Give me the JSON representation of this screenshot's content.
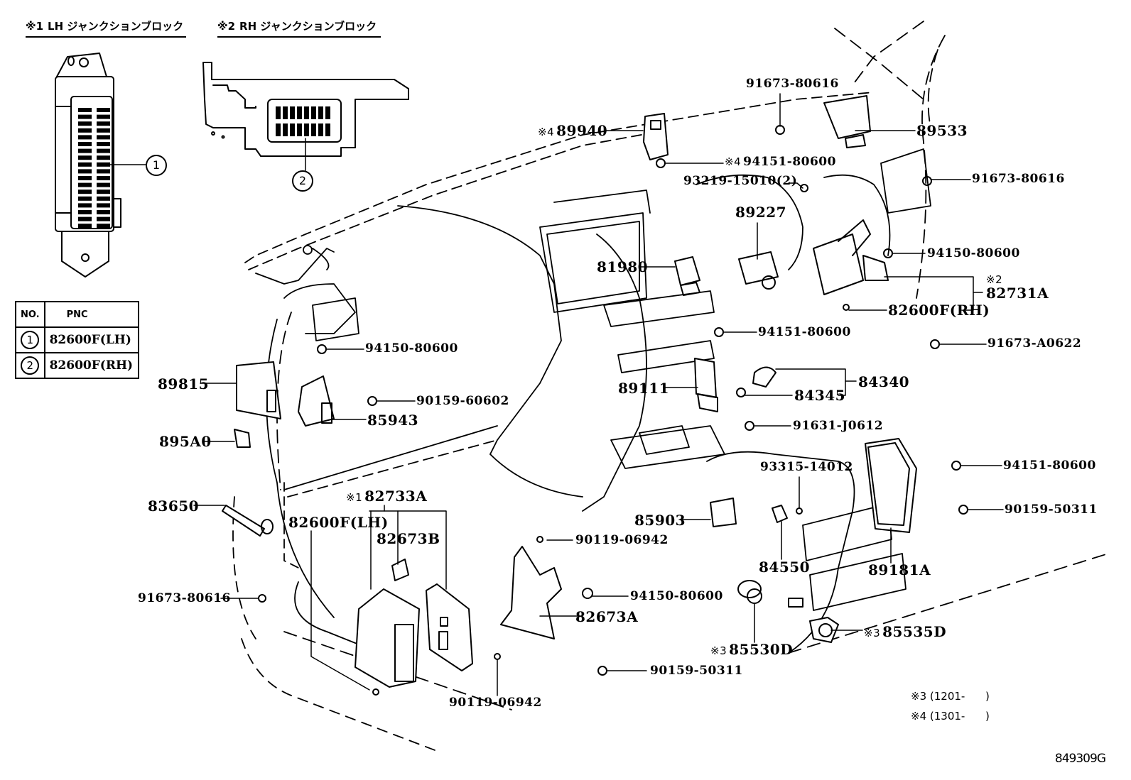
{
  "headers": {
    "lh": {
      "prefix": "※1",
      "title": "LH ジャンクションブロック"
    },
    "rh": {
      "prefix": "※2",
      "title": "RH ジャンクションブロック"
    }
  },
  "junction_markers": {
    "one": "1",
    "two": "2"
  },
  "pnc_table": {
    "headers": [
      "NO.",
      "PNC"
    ],
    "rows": [
      {
        "no": "1",
        "pnc": "82600F(LH)"
      },
      {
        "no": "2",
        "pnc": "82600F(RH)"
      }
    ]
  },
  "callouts": {
    "c91673_top": {
      "text": "91673-80616"
    },
    "c89940": {
      "mark": "※4",
      "text": "89940"
    },
    "c89533": {
      "text": "89533"
    },
    "c94151_top": {
      "mark": "※4",
      "text": "94151-80600"
    },
    "c93219": {
      "text": "93219-15010(2)"
    },
    "c91673_right": {
      "text": "91673-80616"
    },
    "c89227": {
      "text": "89227"
    },
    "c81980": {
      "text": "81980"
    },
    "c94150_right": {
      "text": "94150-80600"
    },
    "c82731A": {
      "mark": "※2",
      "text": "82731A"
    },
    "c82600RH": {
      "text": "82600F(RH)"
    },
    "c94151_mid": {
      "text": "94151-80600"
    },
    "c91673_A0622": {
      "text": "91673-A0622"
    },
    "c94150_left": {
      "text": "94150-80600"
    },
    "c89815": {
      "text": "89815"
    },
    "c90159_60602": {
      "text": "90159-60602"
    },
    "c85943": {
      "text": "85943"
    },
    "c89111": {
      "text": "89111"
    },
    "c84340": {
      "text": "84340"
    },
    "c84345": {
      "text": "84345"
    },
    "c91631": {
      "text": "91631-J0612"
    },
    "c895A0": {
      "text": "895A0"
    },
    "c93315": {
      "text": "93315-14012"
    },
    "c94151_low": {
      "text": "94151-80600"
    },
    "c83650": {
      "text": "83650"
    },
    "c82733A": {
      "mark": "※1",
      "text": "82733A"
    },
    "c82600LH": {
      "text": "82600F(LH)"
    },
    "c85903": {
      "text": "85903"
    },
    "c90159_50311_r": {
      "text": "90159-50311"
    },
    "c82673B": {
      "text": "82673B"
    },
    "c90119_top": {
      "text": "90119-06942"
    },
    "c84550": {
      "text": "84550"
    },
    "c89181A": {
      "text": "89181A"
    },
    "c91673_left": {
      "text": "91673-80616"
    },
    "c94150_low": {
      "text": "94150-80600"
    },
    "c82673A": {
      "text": "82673A"
    },
    "c85535D": {
      "mark": "※3",
      "text": "85535D"
    },
    "c85530D": {
      "mark": "※3",
      "text": "85530D"
    },
    "c90159_50311_b": {
      "text": "90159-50311"
    },
    "c90119_bottom": {
      "text": "90119-06942"
    }
  },
  "legend": [
    {
      "mark": "※3",
      "text": "(1201-      )"
    },
    {
      "mark": "※4",
      "text": "(1301-      )"
    }
  ],
  "reference_code": "849309G"
}
